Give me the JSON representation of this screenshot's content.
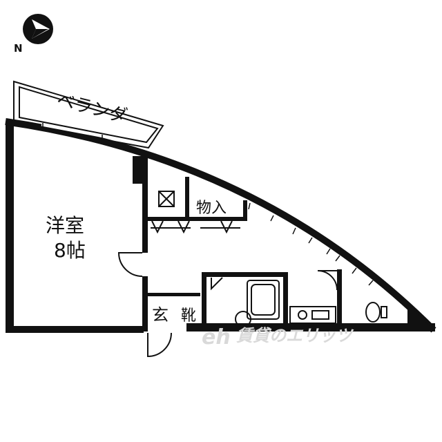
{
  "compass": {
    "north_label": "N",
    "icon": "compass-icon"
  },
  "rooms": {
    "veranda": "ベランダ",
    "western_room_line1": "洋室",
    "western_room_line2": "8帖",
    "storage": "物入",
    "entrance": "玄",
    "shoe_box": "靴"
  },
  "watermark": {
    "logo": "eh",
    "text": "賃貸のエリッツ"
  },
  "colors": {
    "wall": "#111111",
    "background": "#ffffff",
    "watermark": "#d9d9d9"
  }
}
